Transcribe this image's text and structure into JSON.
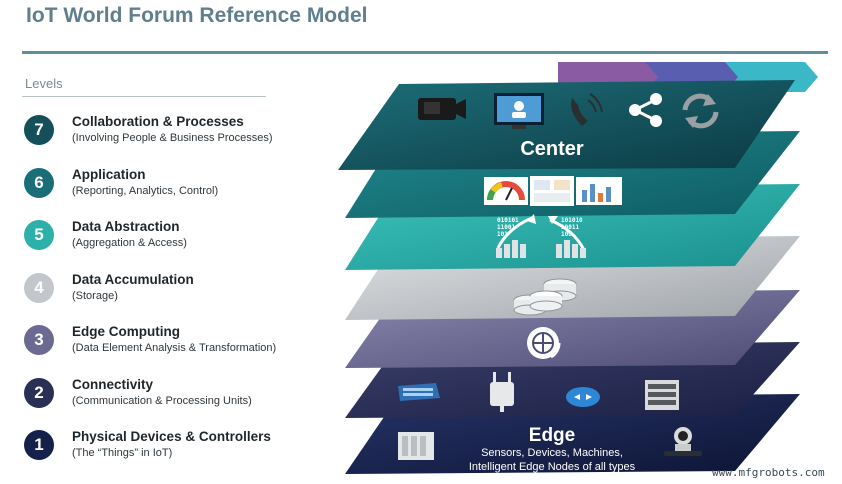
{
  "title": "IoT World Forum Reference Model",
  "levels_heading": "Levels",
  "levels": [
    {
      "number": "7",
      "name": "Collaboration & Processes",
      "description": "(Involving People & Business Processes)",
      "color": "#15505a"
    },
    {
      "number": "6",
      "name": "Application",
      "description": "(Reporting, Analytics, Control)",
      "color": "#1a6e78"
    },
    {
      "number": "5",
      "name": "Data Abstraction",
      "description": "(Aggregation & Access)",
      "color": "#2eb0aa"
    },
    {
      "number": "4",
      "name": "Data Accumulation",
      "description": "(Storage)",
      "color": "#c3c7cb"
    },
    {
      "number": "3",
      "name": "Edge Computing",
      "description": "(Data Element Analysis & Transformation)",
      "color": "#6c6a92"
    },
    {
      "number": "2",
      "name": "Connectivity",
      "description": "(Communication & Processing Units)",
      "color": "#2a2f55"
    },
    {
      "number": "1",
      "name": "Physical Devices & Controllers",
      "description": "(The “Things” in IoT)",
      "color": "#15214a"
    }
  ],
  "center_label": "Center",
  "edge_label": "Edge",
  "edge_text_1": "Sensors, Devices, Machines,",
  "edge_text_2": "Intelligent Edge Nodes of all types",
  "binary_left": [
    "010101",
    "11001",
    "101"
  ],
  "binary_right": [
    "101010",
    "10011",
    "100"
  ],
  "arrow_colors": [
    "#8a5aa2",
    "#5a5eb0",
    "#3bb8c8"
  ],
  "watermark": "www.mfgrobots.com",
  "icons": {
    "layer7": [
      "video-camera-icon",
      "computer-monitor-icon",
      "phone-icon",
      "share-icon",
      "sync-icon"
    ],
    "layer6": [
      "gauge-chart-icon",
      "dashboard-icon",
      "bar-chart-icon"
    ],
    "layer5": [
      "data-aggregation-icon",
      "data-access-icon"
    ],
    "layer4": [
      "database-icon"
    ],
    "layer3": [
      "edge-analytics-icon"
    ],
    "layer2": [
      "switch-icon",
      "access-point-icon",
      "router-icon",
      "server-icon"
    ],
    "layer1": [
      "controller-icon",
      "video-conference-camera-icon"
    ]
  }
}
